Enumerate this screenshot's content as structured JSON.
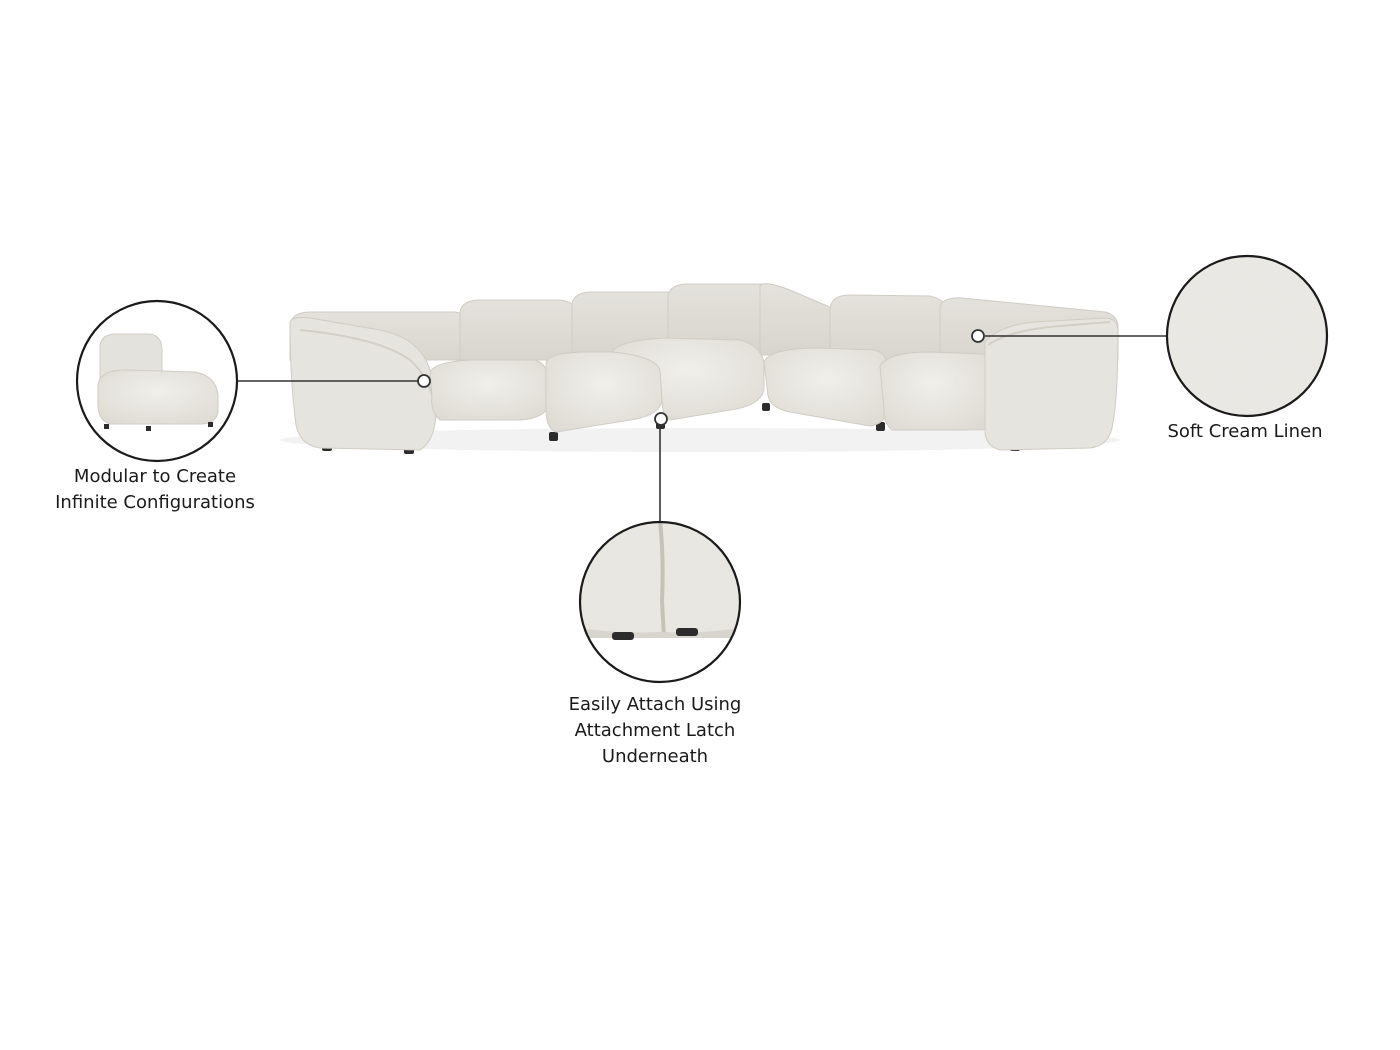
{
  "callouts": {
    "modular": {
      "lines": [
        "Modular to Create",
        "Infinite Configurations"
      ]
    },
    "linen": {
      "lines": [
        "Soft Cream Linen"
      ]
    },
    "attach": {
      "lines": [
        "Easily Attach Using",
        "Attachment Latch",
        "Underneath"
      ]
    }
  },
  "colors": {
    "fabric": "#e9e7e2",
    "fabric_shadow": "#d6d3cc",
    "fabric_light": "#f1f0ec",
    "line": "#333333",
    "feet": "#2c2c2c"
  }
}
